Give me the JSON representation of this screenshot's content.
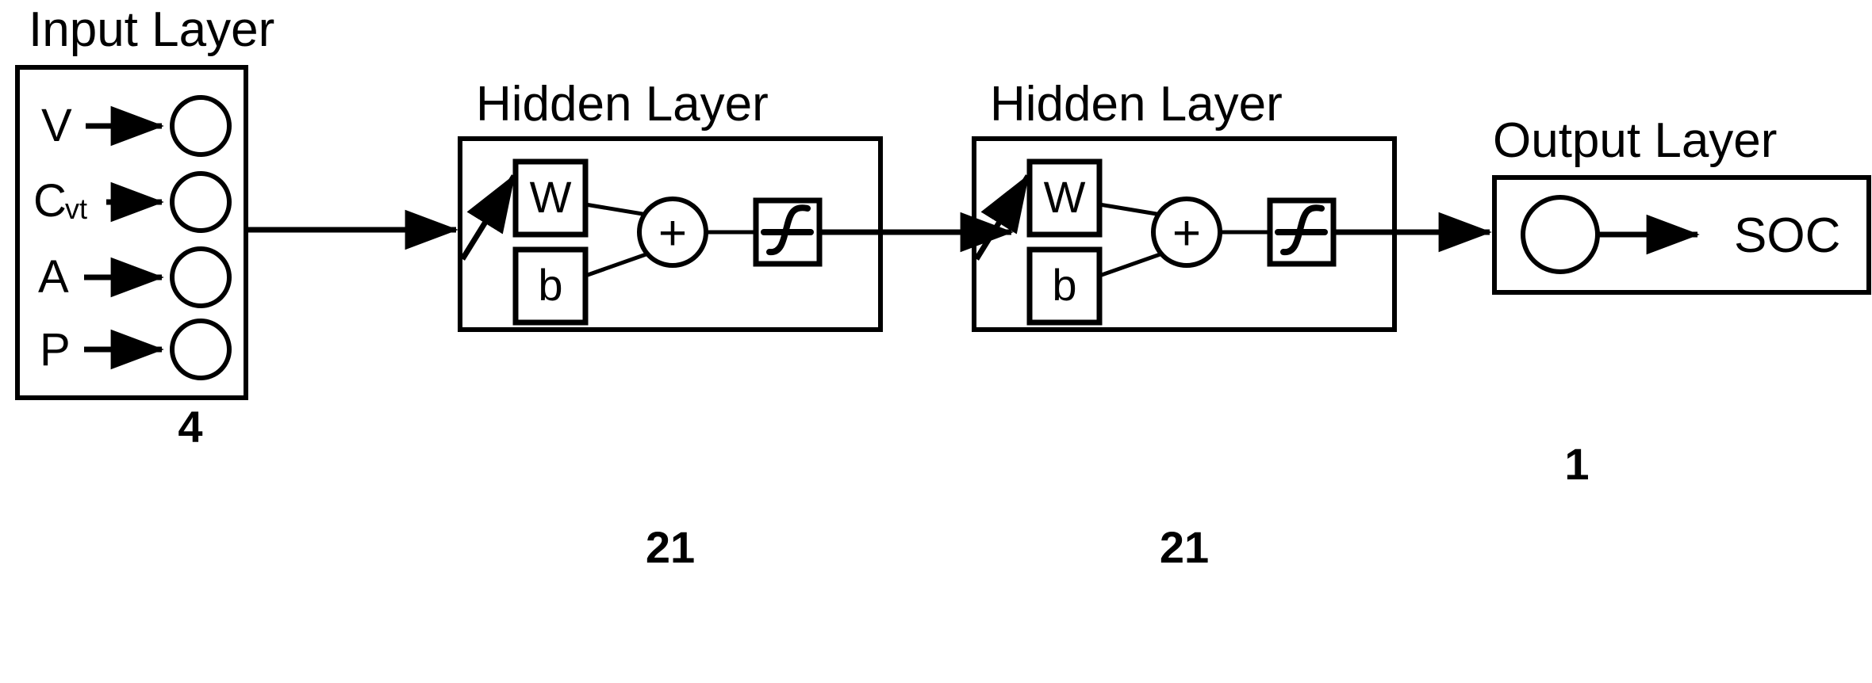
{
  "diagram": {
    "title_input": "Input Layer",
    "title_hidden_1": "Hidden Layer",
    "title_hidden_2": "Hidden  Layer",
    "title_output": "Output Layer",
    "input_layer": {
      "label": "Input Layer",
      "count": "4",
      "inputs": [
        {
          "main": "V",
          "sub": ""
        },
        {
          "main": "C",
          "sub": "vt"
        },
        {
          "main": "A",
          "sub": ""
        },
        {
          "main": "P",
          "sub": ""
        }
      ]
    },
    "hidden_layer_1": {
      "label": "Hidden Layer",
      "count": "21",
      "weight_label": "W",
      "bias_label": "b",
      "sum_label": "+",
      "activation_label": "f"
    },
    "hidden_layer_2": {
      "label": "Hidden  Layer",
      "count": "21",
      "weight_label": "W",
      "bias_label": "b",
      "sum_label": "+",
      "activation_label": "f"
    },
    "output_layer": {
      "label": "Output Layer",
      "count": "1",
      "output_label": "SOC"
    },
    "colors": {
      "stroke": "#000000",
      "background": "#ffffff"
    }
  }
}
